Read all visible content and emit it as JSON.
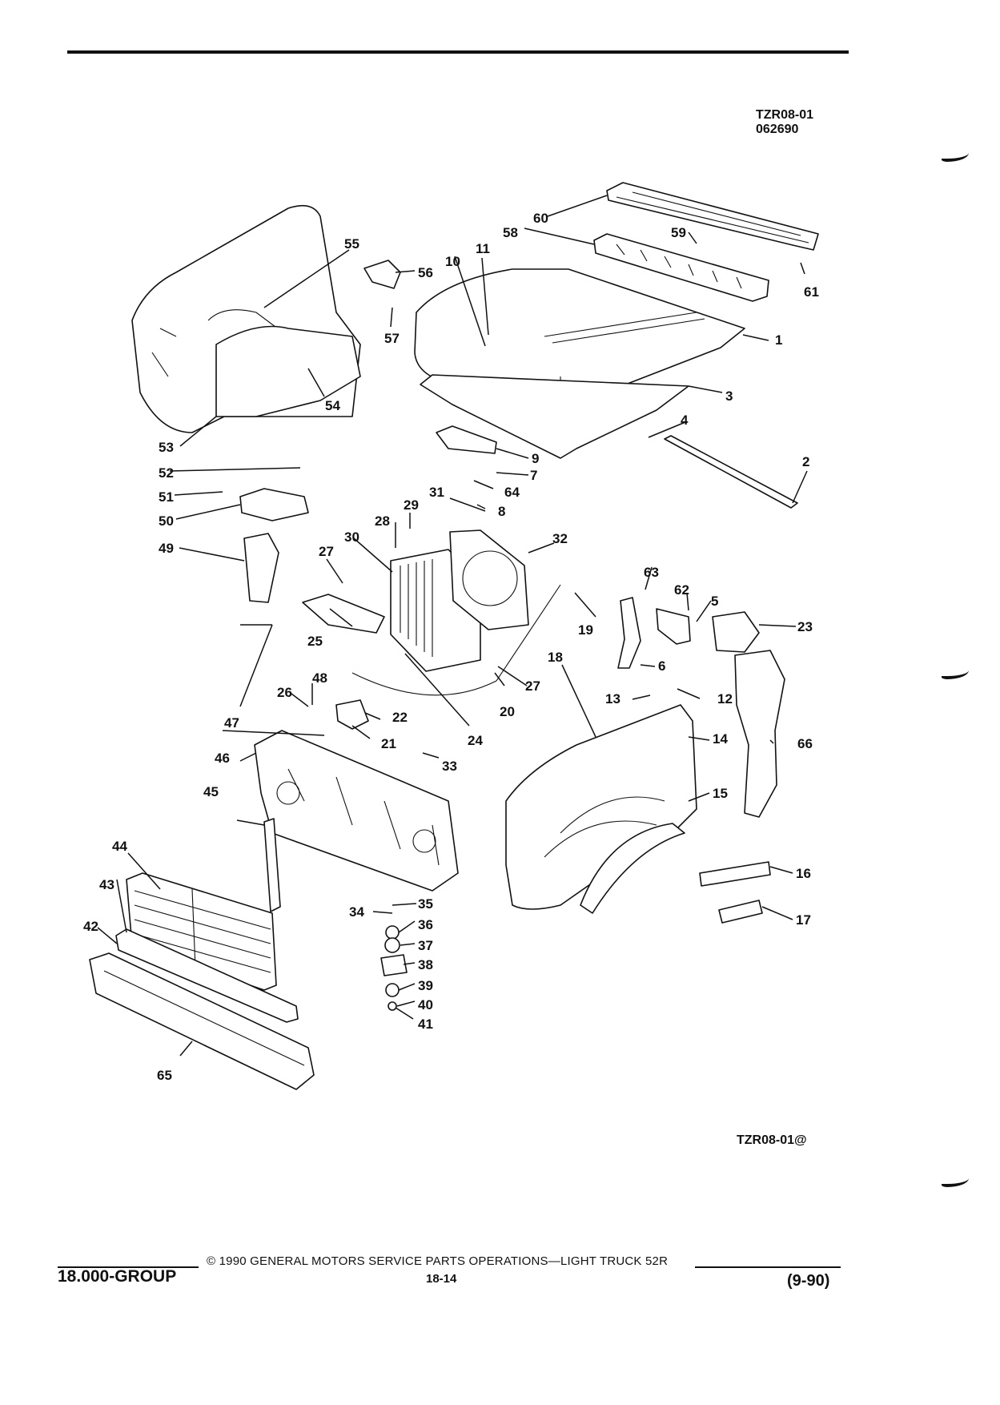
{
  "header": {
    "figure_code": "TZR08-01",
    "figure_date": "062690"
  },
  "figure": {
    "caption_code": "TZR08-01@",
    "callouts": [
      {
        "number": "1"
      },
      {
        "number": "2"
      },
      {
        "number": "3"
      },
      {
        "number": "4"
      },
      {
        "number": "5"
      },
      {
        "number": "6"
      },
      {
        "number": "7"
      },
      {
        "number": "8"
      },
      {
        "number": "9"
      },
      {
        "number": "10"
      },
      {
        "number": "11"
      },
      {
        "number": "12"
      },
      {
        "number": "13"
      },
      {
        "number": "14"
      },
      {
        "number": "15"
      },
      {
        "number": "16"
      },
      {
        "number": "17"
      },
      {
        "number": "18"
      },
      {
        "number": "19"
      },
      {
        "number": "20"
      },
      {
        "number": "21"
      },
      {
        "number": "22"
      },
      {
        "number": "23"
      },
      {
        "number": "24"
      },
      {
        "number": "25"
      },
      {
        "number": "26"
      },
      {
        "number": "27"
      },
      {
        "number": "27"
      },
      {
        "number": "28"
      },
      {
        "number": "29"
      },
      {
        "number": "30"
      },
      {
        "number": "31"
      },
      {
        "number": "32"
      },
      {
        "number": "33"
      },
      {
        "number": "34"
      },
      {
        "number": "35"
      },
      {
        "number": "36"
      },
      {
        "number": "37"
      },
      {
        "number": "38"
      },
      {
        "number": "39"
      },
      {
        "number": "40"
      },
      {
        "number": "41"
      },
      {
        "number": "42"
      },
      {
        "number": "43"
      },
      {
        "number": "44"
      },
      {
        "number": "45"
      },
      {
        "number": "46"
      },
      {
        "number": "47"
      },
      {
        "number": "48"
      },
      {
        "number": "49"
      },
      {
        "number": "50"
      },
      {
        "number": "51"
      },
      {
        "number": "52"
      },
      {
        "number": "53"
      },
      {
        "number": "54"
      },
      {
        "number": "55"
      },
      {
        "number": "56"
      },
      {
        "number": "57"
      },
      {
        "number": "58"
      },
      {
        "number": "59"
      },
      {
        "number": "60"
      },
      {
        "number": "61"
      },
      {
        "number": "62"
      },
      {
        "number": "63"
      },
      {
        "number": "64"
      },
      {
        "number": "65"
      },
      {
        "number": "66"
      }
    ]
  },
  "footer": {
    "group": "18.000-GROUP",
    "copyright": "© 1990 GENERAL MOTORS SERVICE PARTS OPERATIONS—LIGHT TRUCK 52R",
    "page": "18-14",
    "date": "(9-90)"
  }
}
